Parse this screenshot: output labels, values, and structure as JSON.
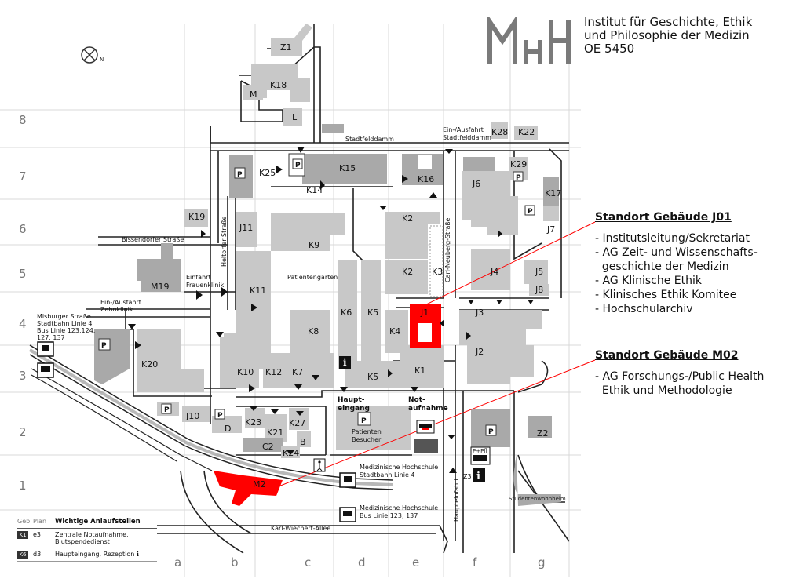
{
  "institute": {
    "lines": [
      "Institut für Geschichte, Ethik",
      "und Philosophie der Medizin",
      "OE 5450"
    ]
  },
  "grid": {
    "rows": [
      "8",
      "7",
      "6",
      "5",
      "4",
      "3",
      "2",
      "1"
    ],
    "cols": [
      "a",
      "b",
      "c",
      "d",
      "e",
      "f",
      "g"
    ]
  },
  "streets": {
    "stadtfelddamm": "Stadtfelddamm",
    "bissendorfer": "Bissendorfer Straße",
    "heltorfer": "Heltorfer Straße",
    "carl_neuberg": "Carl-Neuberg-Straße",
    "karl_wiechert": "Karl-Wiechert-Allee",
    "haupteinfahrt": "Haupteinfahrt",
    "einfahrt_frauenklinik": [
      "Einfahrt",
      "Frauenklinik"
    ],
    "ausfahrt_zahnklinik": [
      "Ein-/Ausfahrt",
      "Zahnklinik"
    ],
    "ausfahrt_stadtfelddamm": [
      "Ein-/Ausfahrt",
      "Stadtfelddamm"
    ],
    "misburger": [
      "Misburger Straße",
      "Stadtbahn Linie 4",
      "Bus Linie 123,124,",
      "127, 137"
    ],
    "mh_stadtbahn": [
      "Medizinische Hochschule",
      "Stadtbahn Linie 4"
    ],
    "mh_bus": [
      "Medizinische Hochschule",
      "Bus Linie 123, 137"
    ]
  },
  "buildings": {
    "z1": "Z1",
    "k18": "K18",
    "m": "M",
    "l": "L",
    "k28": "K28",
    "k22": "K22",
    "k25": "K25",
    "k15": "K15",
    "k14": "K14",
    "k16": "K16",
    "k29": "K29",
    "j6": "J6",
    "k17": "K17",
    "k19": "K19",
    "j11": "J11",
    "k9": "K9",
    "k2a": "K2",
    "j7": "J7",
    "m19": "M19",
    "k11": "K11",
    "k2b": "K2",
    "k3": "K3",
    "j4": "J4",
    "j5": "J5",
    "j8": "J8",
    "k6": "K6",
    "k5a": "K5",
    "j1": "J1",
    "j3": "J3",
    "k8": "K8",
    "k4": "K4",
    "k20": "K20",
    "j2": "J2",
    "k10": "K10",
    "k12": "K12",
    "k7": "K7",
    "k1": "K1",
    "k5b": "K5",
    "j10": "J10",
    "d": "D",
    "k23": "K23",
    "k21": "K21",
    "k27": "K27",
    "b": "B",
    "c2": "C2",
    "k24": "K24",
    "z2": "Z2",
    "z3": "Z3",
    "m2": "M2",
    "patientengarten": "Patientengarten",
    "studentenwohnheim": "Studentenwohnheim"
  },
  "labels": {
    "haupteingang": [
      "Haupt-",
      "eingang"
    ],
    "notaufnahme": [
      "Not-",
      "aufnahme"
    ],
    "parking": "P",
    "patienten_besucher": [
      "Patienten",
      "Besucher"
    ],
    "info": "i",
    "pflicht": "P+Pfl",
    "north": "N"
  },
  "legend_j01": {
    "title": "Standort Gebäude J01",
    "items": [
      "- Institutsleitung/Sekretariat",
      "- AG Zeit- und Wissenschafts-",
      "  geschichte der Medizin",
      "- AG Klinische Ethik",
      "- Klinisches Ethik Komitee",
      "- Hochschularchiv"
    ]
  },
  "legend_m02": {
    "title": "Standort Gebäude M02",
    "items": [
      "- AG Forschungs-/Public Health",
      "  Ethik und Methodologie"
    ]
  },
  "anlaufstellen": {
    "col_geb": "Geb.",
    "col_plan": "Plan",
    "title": "Wichtige Anlaufstellen",
    "rows": [
      {
        "code": "K1",
        "plan": "e3",
        "desc": [
          "Zentrale Notaufnahme,",
          "Blutspendedienst"
        ]
      },
      {
        "code": "K6",
        "plan": "d3",
        "desc": [
          "Haupteingang, Rezeption ℹ"
        ]
      }
    ]
  },
  "colors": {
    "building": "#c8c8c8",
    "building_dark": "#a9a9a9",
    "highlight": "#ff0000",
    "road": "#222222",
    "grid": "#d9d9d9"
  }
}
